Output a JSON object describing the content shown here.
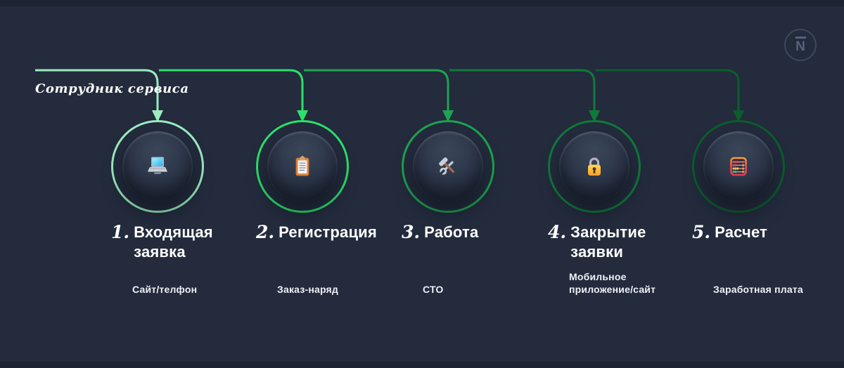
{
  "canvas": {
    "background": "#232b3d",
    "edge_color": "#1d2432"
  },
  "flow_label": "Сотрудник сервиса",
  "logo": {
    "letter": "N"
  },
  "steps": [
    {
      "number": "1.",
      "title": "Входящая заявка",
      "sublabel": "Сайт/телфон",
      "icon": "laptop-icon",
      "accent": "#9becbe"
    },
    {
      "number": "2.",
      "title": "Регистрация",
      "sublabel": "Заказ-наряд",
      "icon": "clipboard-icon",
      "accent": "#2be169"
    },
    {
      "number": "3.",
      "title": "Работа",
      "sublabel": "СТО",
      "icon": "tools-icon",
      "accent": "#1ca44e"
    },
    {
      "number": "4.",
      "title": "Закрытие заявки",
      "sublabel": "Мобильное приложение/сайт",
      "icon": "lock-icon",
      "accent": "#107a38"
    },
    {
      "number": "5.",
      "title": "Расчет",
      "sublabel": "Заработная плата",
      "icon": "abacus-icon",
      "accent": "#0b5e2c"
    }
  ]
}
